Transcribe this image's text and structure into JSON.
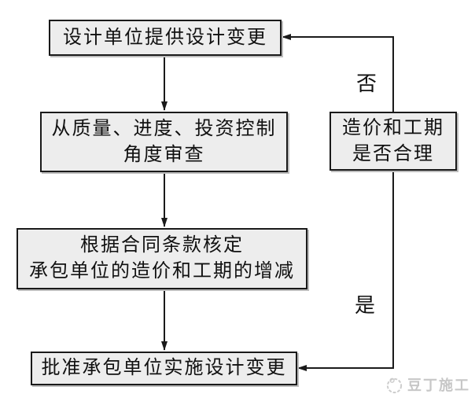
{
  "palette": {
    "background": "#ffffff",
    "box_fill": "#ededed",
    "box_border": "#1a1a1a",
    "line_color": "#1a1a1a",
    "text_color": "#111111",
    "watermark_color": "#c7c7c7"
  },
  "flowchart": {
    "nodes": [
      {
        "id": "design-change",
        "lines": [
          "设计单位提供设计变更"
        ]
      },
      {
        "id": "review",
        "lines": [
          "从质量、进度、投资控制",
          "角度审查"
        ]
      },
      {
        "id": "verify",
        "lines": [
          "根据合同条款核定",
          "承包单位的造价和工期的增减"
        ]
      },
      {
        "id": "approve",
        "lines": [
          "批准承包单位实施设计变更"
        ]
      },
      {
        "id": "decision",
        "lines": [
          "造价和工期",
          "是否合理"
        ]
      }
    ],
    "edges": [
      {
        "from": "design-change",
        "to": "review",
        "label": ""
      },
      {
        "from": "review",
        "to": "verify",
        "label": ""
      },
      {
        "from": "verify",
        "to": "approve",
        "label": ""
      },
      {
        "from": "decision",
        "to": "design-change",
        "label": "否"
      },
      {
        "from": "decision",
        "to": "approve",
        "label": "是"
      }
    ]
  },
  "watermark": {
    "text": "豆丁施工"
  }
}
